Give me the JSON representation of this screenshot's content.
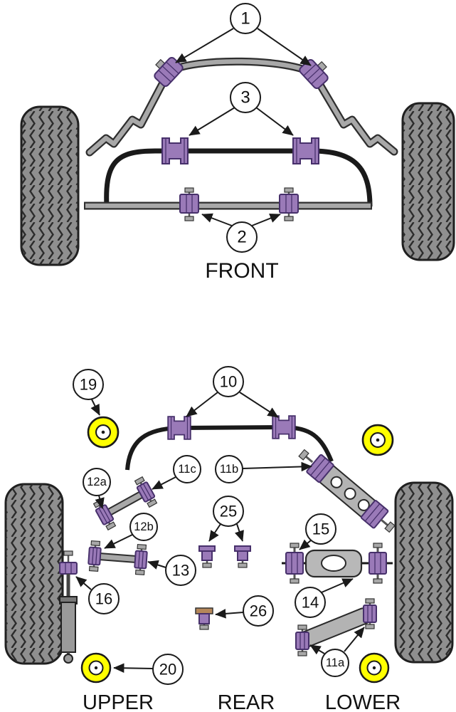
{
  "front": {
    "label": "FRONT",
    "callouts": {
      "c1": "1",
      "c2": "2",
      "c3": "3"
    }
  },
  "rear": {
    "labels": {
      "upper": "UPPER",
      "rear": "REAR",
      "lower": "LOWER"
    },
    "callouts": {
      "c10": "10",
      "c11a": "11a",
      "c11b": "11b",
      "c11c": "11c",
      "c12a": "12a",
      "c12b": "12b",
      "c13": "13",
      "c14": "14",
      "c15": "15",
      "c16": "16",
      "c19": "19",
      "c20": "20",
      "c25": "25",
      "c26": "26"
    }
  },
  "colors": {
    "bushing_purple": "#9a7ab8",
    "bushing_outline": "#47306b",
    "bushing_yellow": "#ffff00",
    "metal_gray": "#a8a8a8",
    "tire_gray": "#8f8f8f",
    "line_black": "#1a1a1a"
  }
}
